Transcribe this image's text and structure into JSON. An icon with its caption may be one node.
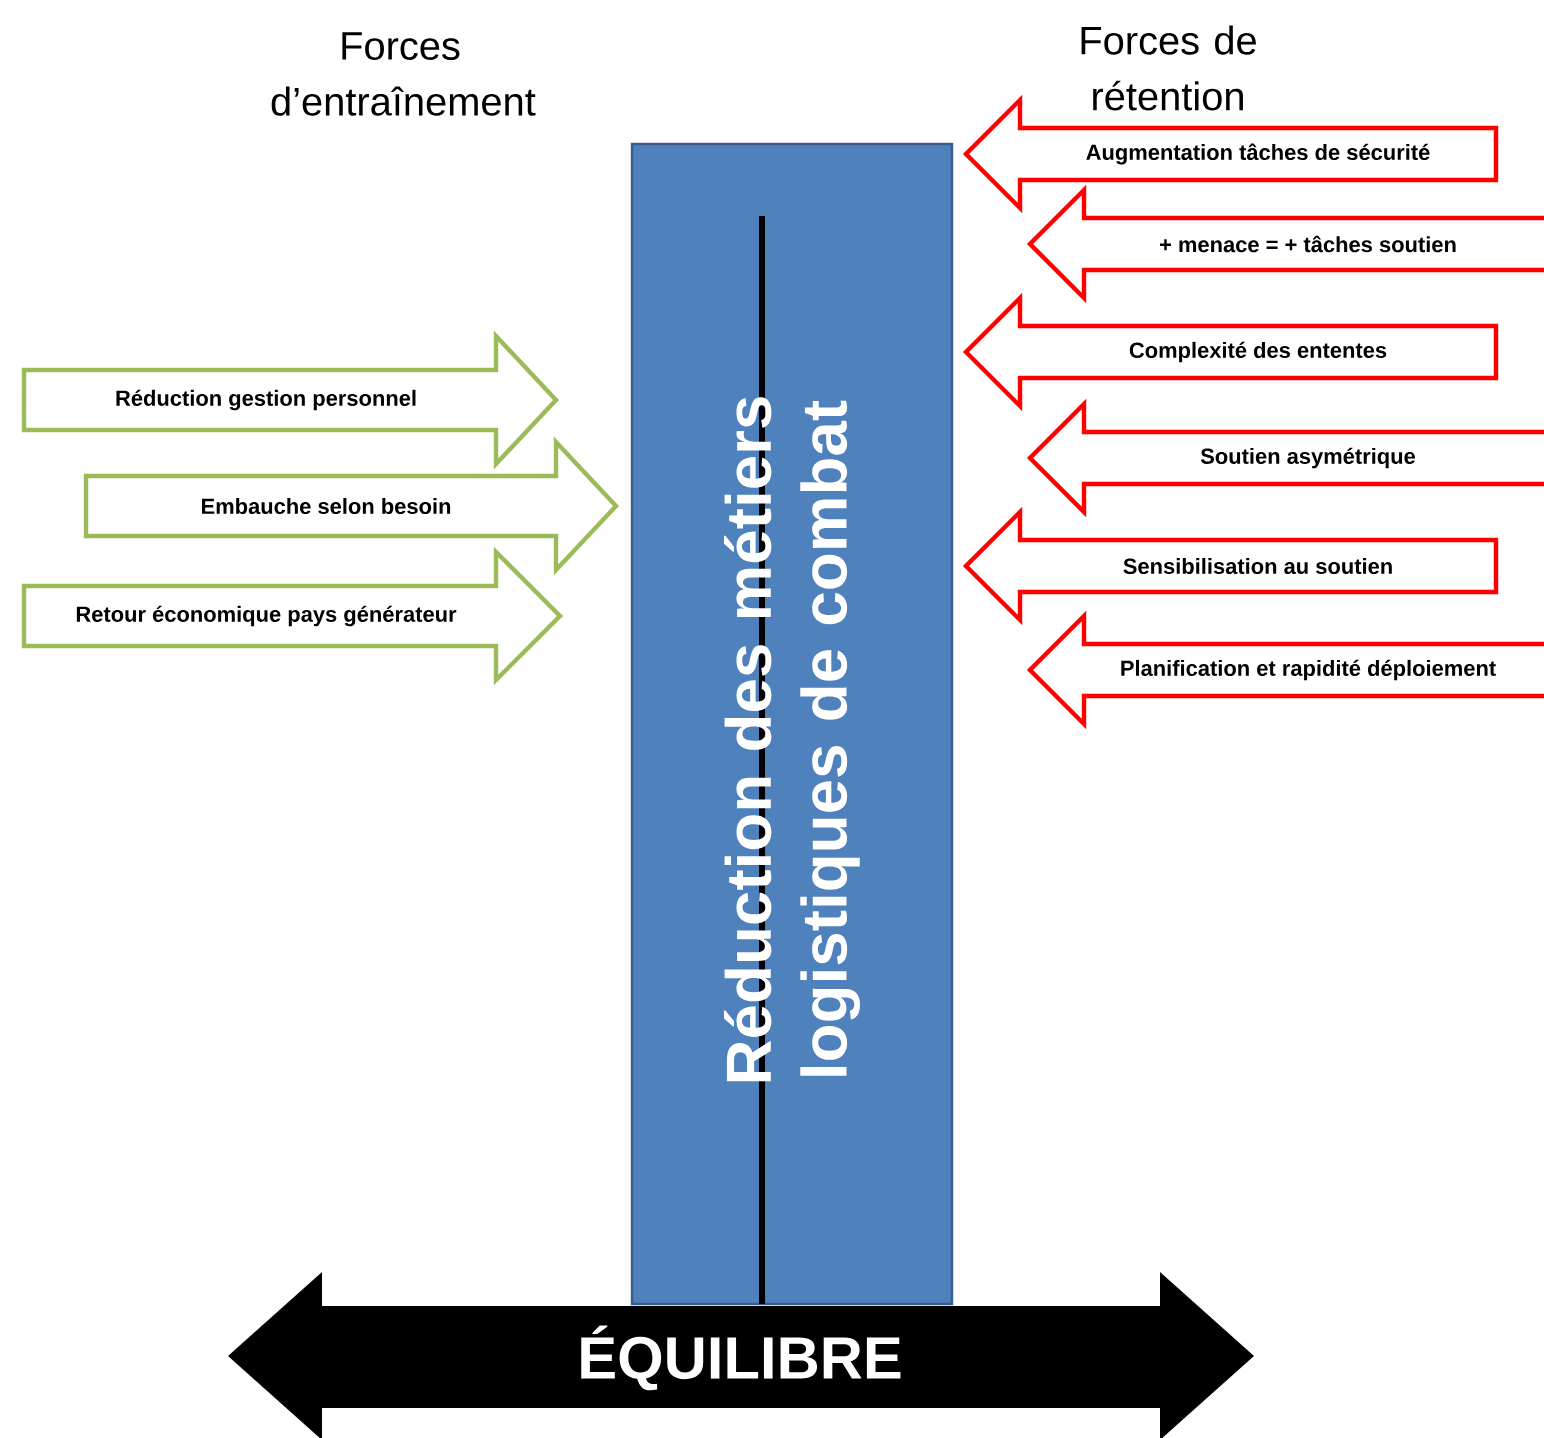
{
  "diagram": {
    "nodes": [
      {
        "text": [
          "Réduction des métiers logistiques de combat"
        ]
      },
      {
        "text": [
          "Réduction gestion personnel"
        ]
      },
      {
        "text": [
          "Embauche selon besoin"
        ]
      },
      {
        "text": [
          "Retour économique pays générateur"
        ]
      },
      {
        "text": [
          "Augmentation tâches de sécurité"
        ]
      },
      {
        "text": [
          "+ menace = + tâches soutien"
        ]
      },
      {
        "text": [
          "Complexité des ententes"
        ]
      },
      {
        "text": [
          "Soutien asymétrique"
        ]
      },
      {
        "text": [
          "Sensibilisation au soutien"
        ]
      },
      {
        "text": [
          "Planification et rapidité déploiement"
        ]
      },
      {
        "text": [
          "ÉQUILIBRE"
        ]
      }
    ],
    "labels": [
      "Forces d’entraînement",
      "Forces de rétention"
    ]
  }
}
